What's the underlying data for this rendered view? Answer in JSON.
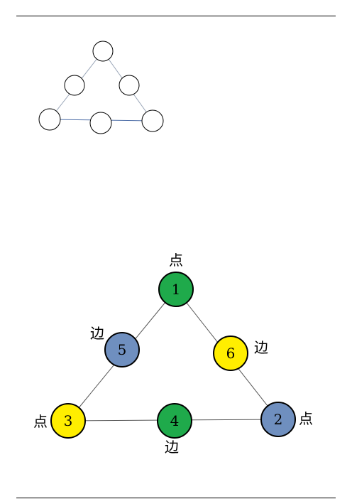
{
  "colors": {
    "green": "#1faa4b",
    "blue": "#6f8fbf",
    "yellow": "#ffee00",
    "line": "#555555",
    "outline": "#000000"
  },
  "blank_triangle": {
    "circles": 6
  },
  "labeled_triangle": {
    "nodes": [
      {
        "id": "n1",
        "number": "1",
        "color": "green",
        "tag": "点"
      },
      {
        "id": "n5",
        "number": "5",
        "color": "blue",
        "tag": "边"
      },
      {
        "id": "n6",
        "number": "6",
        "color": "yellow",
        "tag": "边"
      },
      {
        "id": "n3",
        "number": "3",
        "color": "yellow",
        "tag": "点"
      },
      {
        "id": "n4",
        "number": "4",
        "color": "green",
        "tag": "边"
      },
      {
        "id": "n2",
        "number": "2",
        "color": "blue",
        "tag": "点"
      }
    ]
  }
}
